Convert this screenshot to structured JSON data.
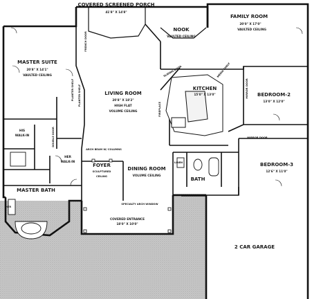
{
  "rooms": {
    "porch": {
      "name": "COVERED SCREENED PORCH",
      "dim": "41'8\" X 14'8\""
    },
    "family": {
      "name": "FAMILY ROOM",
      "dim": "20'0\" X 17'0\"",
      "note": "VAULTED CEILING"
    },
    "nook": {
      "name": "NOOK",
      "note": "VAULTED CEILING"
    },
    "master": {
      "name": "MASTER SUITE",
      "dim": "20'8\" X 14'1\"",
      "note": "VAULTED CEILING"
    },
    "living": {
      "name": "LIVING ROOM",
      "dim": "20'8\" X 18'2\"",
      "note1": "HIGH FLAT",
      "note2": "VOLUME CEILING"
    },
    "kitchen": {
      "name": "KITCHEN",
      "dim": "15'0\" X 13'0\""
    },
    "bed2": {
      "name": "BEDROOM-2",
      "dim": "13'0\" X 12'0\""
    },
    "bed3": {
      "name": "BEDROOM-3",
      "dim": "12'6\" X 11'0\""
    },
    "dining": {
      "name": "DINING ROOM",
      "note": "VOLUME CEILING"
    },
    "foyer": {
      "name": "FOYER",
      "note1": "SCULPTURED",
      "note2": "CEILING"
    },
    "masterbath": {
      "name": "MASTER BATH"
    },
    "hisWalkin": {
      "name": "HIS",
      "name2": "WALK-IN"
    },
    "herWalkin": {
      "name": "HER",
      "name2": "WALK-IN"
    },
    "bath": {
      "name": "BATH"
    },
    "entrance": {
      "name": "COVERED ENTRANCE",
      "dim": "18'0\" X 10'0\""
    },
    "garage": {
      "name": "2 CAR GARAGE"
    }
  },
  "notes": {
    "french_door": "FRENCH DOOR",
    "plant_shelf": "PLANTER SHELF",
    "fireplace": "FIREPLACE",
    "arch_beam": "ARCH BEAM W/ COLUMNS",
    "specialty_arch": "SPECIALTY ARCH WINDOW",
    "sliding_glass": "SLIDING DOOR",
    "media_shelf": "MEDIA SHELF",
    "mirror_door": "MIRROR DOOR",
    "double_door": "DOUBLE DOOR",
    "linen": "LINEN",
    "her": "HER"
  }
}
